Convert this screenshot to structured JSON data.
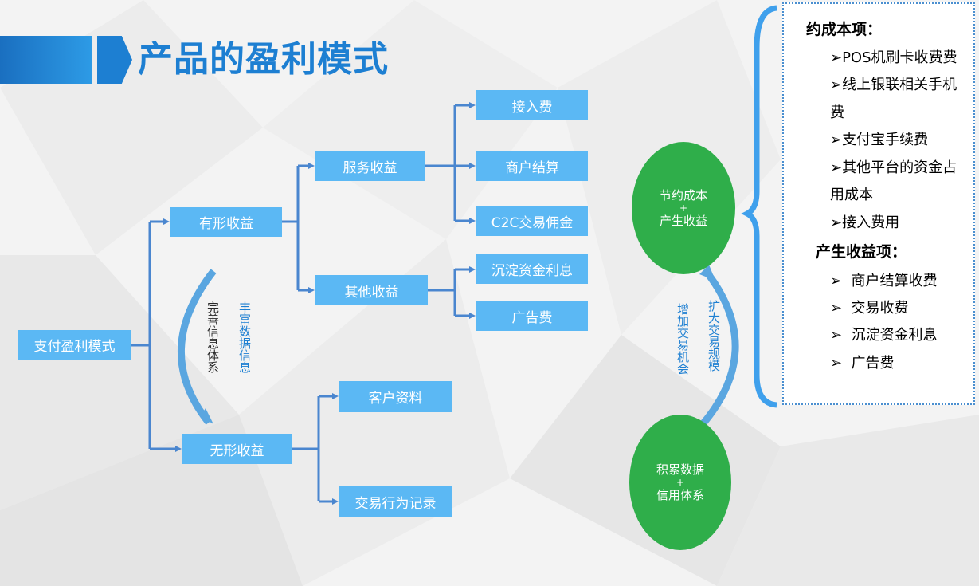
{
  "title": "产品的盈利模式",
  "nodes": {
    "root": "支付盈利模式",
    "tangible": "有形收益",
    "intangible": "无形收益",
    "service": "服务收益",
    "other": "其他收益",
    "access_fee": "接入费",
    "merchant": "商户结算",
    "c2c": "C2C交易佣金",
    "deposit": "沉淀资金利息",
    "ads": "广告费",
    "customer": "客户资料",
    "behavior": "交易行为记录"
  },
  "side_labels": {
    "perfect": "完善信息体系",
    "rich": "丰富数据信息",
    "more_chance": "增加交易机会",
    "expand": "扩大交易规模"
  },
  "circles": {
    "top": [
      "节约成本",
      "+",
      "产生收益"
    ],
    "bottom": [
      "积累数据",
      "+",
      "信用体系"
    ]
  },
  "panel": {
    "cost_head": "约成本项：",
    "cost_items": [
      "➢POS机刷卡收费费",
      "➢线上银联相关手机",
      "费",
      "➢支付宝手续费",
      "➢其他平台的资金占",
      "用成本",
      "➢接入费用"
    ],
    "income_head": "产生收益项：",
    "income_items": [
      "商户结算收费",
      "交易收费",
      "沉淀资金利息",
      "广告费"
    ],
    "bullet": "➢"
  },
  "colors": {
    "box": "#5bb8f4",
    "arrow": "#4a86cf",
    "circle": "#2fae4a",
    "title": "#1d7fd2"
  }
}
